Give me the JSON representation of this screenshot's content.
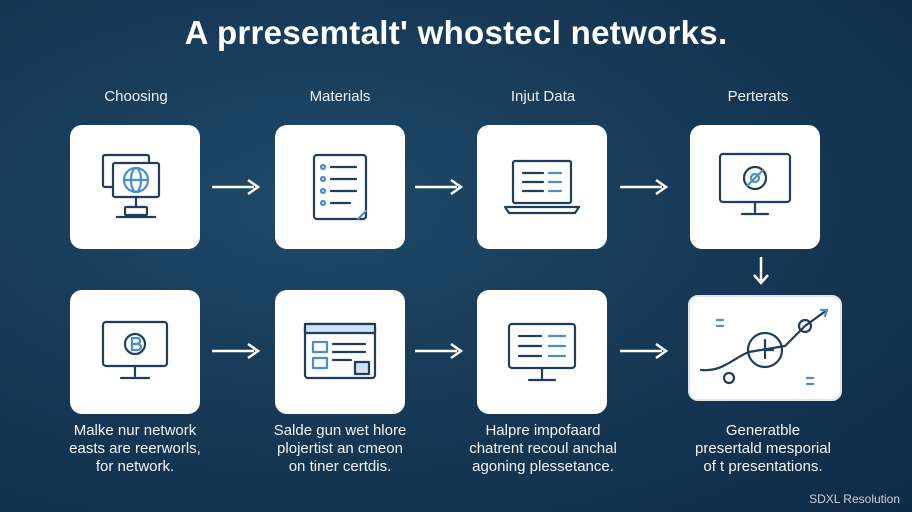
{
  "title": "A prresemtalt' whostecl networks.",
  "steps": [
    {
      "label": "Choosing"
    },
    {
      "label": "Materials"
    },
    {
      "label": "Injut Data"
    },
    {
      "label": "Perterats"
    }
  ],
  "descriptions": [
    {
      "lines": [
        "Malke nur network",
        "easts are reerworls,",
        "for network."
      ]
    },
    {
      "lines": [
        "Salde gun wet hlore",
        "plojertist an cmeon",
        "on tiner certdis."
      ]
    },
    {
      "lines": [
        "Halpre impofaard",
        "chatrent recoul anchal",
        "agoning plessetance."
      ]
    },
    {
      "lines": [
        "Generatble",
        "presertald mesporial",
        "of t presentations."
      ]
    }
  ],
  "footer": "SDXL Resolution",
  "colors": {
    "background": "#173a58",
    "card": "#ffffff",
    "icon_stroke": "#1f3d5c",
    "icon_accent": "#4a90c8"
  },
  "icons": [
    "network-computer-icon",
    "checklist-icon",
    "laptop-data-icon",
    "monitor-target-icon",
    "monitor-bitcoin-icon",
    "browser-window-icon",
    "monitor-list-icon",
    "network-graph-icon"
  ]
}
